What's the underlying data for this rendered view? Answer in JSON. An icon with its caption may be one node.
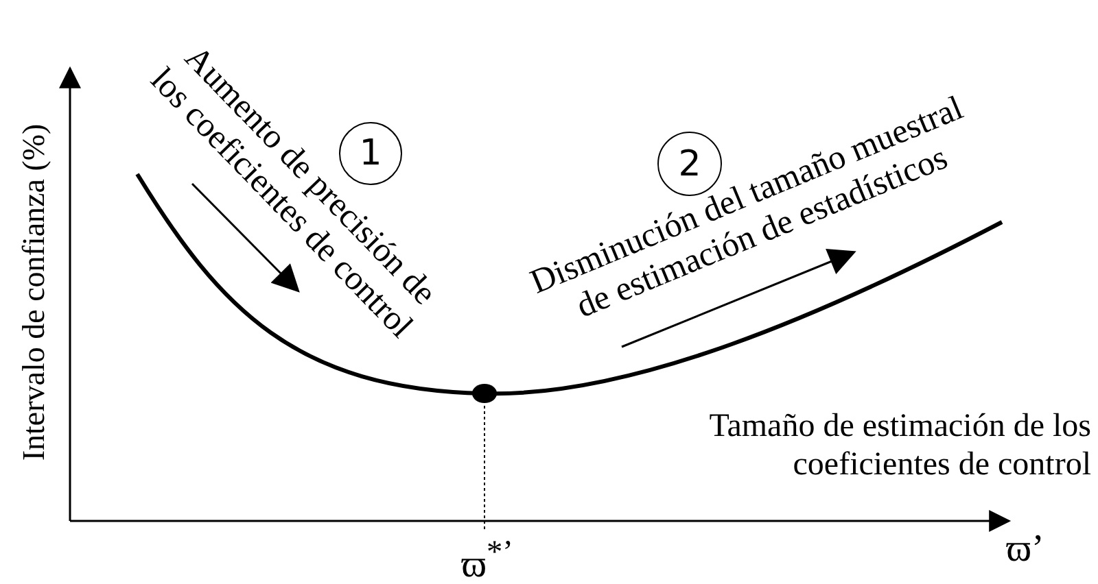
{
  "diagram": {
    "nodes": [
      {
        "text": [
          "1"
        ]
      },
      {
        "text": [
          "2"
        ]
      }
    ],
    "labels": [
      "Aumento de precisión de los coeficientes de control",
      "Intervalo de confianza (%)",
      "Disminución del tamaño muestral de estimación de estadísticos",
      "Tamaño de estimación de los coeficientes de control",
      "ϖ$^{*’}$",
      "ϖ’"
    ]
  }
}
